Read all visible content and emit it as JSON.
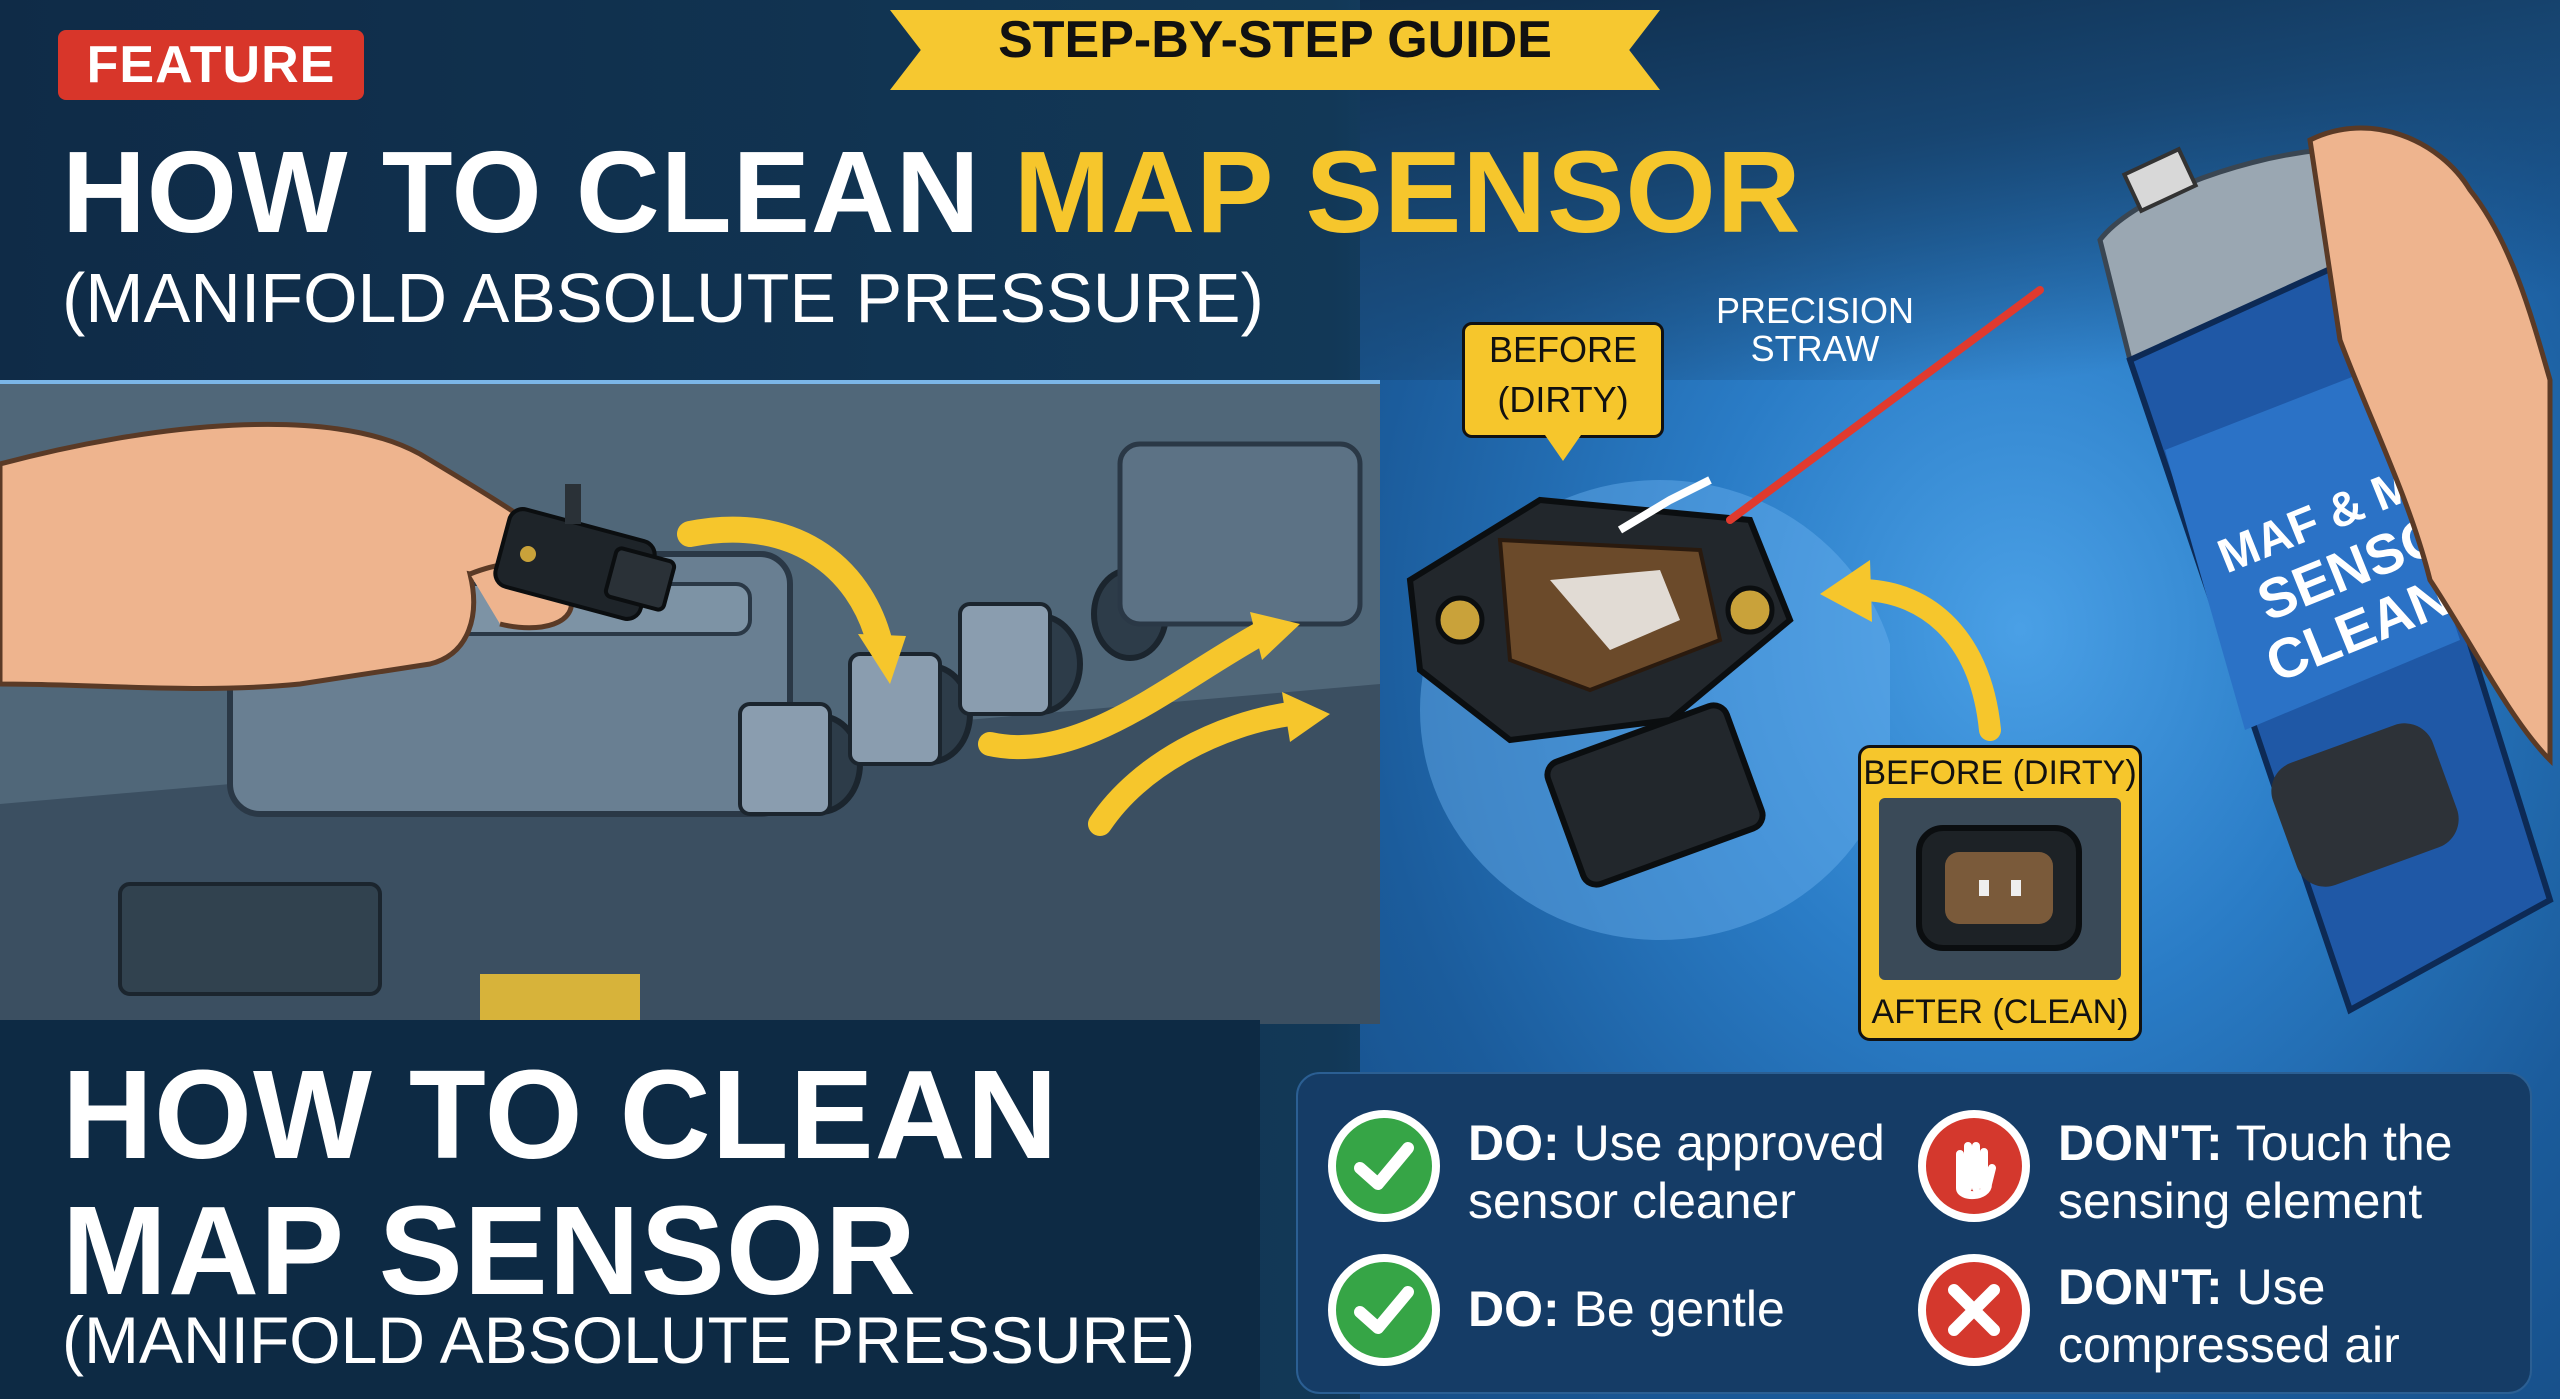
{
  "badge": "FEATURE",
  "ribbon": "STEP-BY-STEP GUIDE",
  "title_top": {
    "white": "HOW TO CLEAN ",
    "accent": "MAP SENSOR"
  },
  "subtitle_top": "(MANIFOLD ABSOLUTE PRESSURE)",
  "title_bottom": {
    "line1": "HOW TO CLEAN",
    "line2": "MAP SENSOR"
  },
  "subtitle_bottom": "(MANIFOLD ABSOLUTE PRESSURE)",
  "callout_before": {
    "line1": "BEFORE",
    "line2": "(DIRTY)"
  },
  "precision": {
    "line1": "PRECISION",
    "line2": "STRAW"
  },
  "compare": {
    "top": "BEFORE (DIRTY)",
    "bottom": "AFTER (CLEAN)"
  },
  "can_label": {
    "line1": "MAF & MAF",
    "line2": "SENSOR",
    "line3": "CLEANER"
  },
  "tips": [
    {
      "type": "do",
      "title": "DO:",
      "text": "Use approved sensor cleaner"
    },
    {
      "type": "dont",
      "title": "DON'T:",
      "text": "Touch the sensing element"
    },
    {
      "type": "do",
      "title": "DO:",
      "text": "Be gentle"
    },
    {
      "type": "dont",
      "title": "DON'T:",
      "text": "Use compressed air"
    }
  ],
  "colors": {
    "accent": "#f6c62c",
    "feature_red": "#d8362a",
    "do_green": "#36a546",
    "dont_red": "#d4382d"
  }
}
